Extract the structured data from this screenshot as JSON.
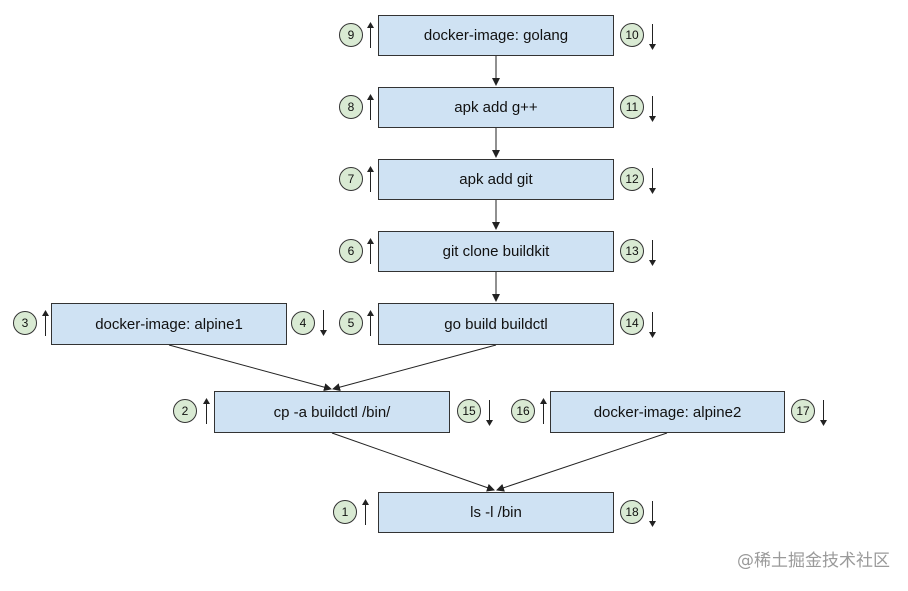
{
  "nodes": [
    {
      "id": "golang",
      "label": "docker-image: golang"
    },
    {
      "id": "gpp",
      "label": "apk add g++"
    },
    {
      "id": "git",
      "label": "apk add git"
    },
    {
      "id": "clone",
      "label": "git clone buildkit"
    },
    {
      "id": "build",
      "label": "go build buildctl"
    },
    {
      "id": "alpine1",
      "label": "docker-image: alpine1"
    },
    {
      "id": "cp",
      "label": "cp -a buildctl /bin/"
    },
    {
      "id": "alpine2",
      "label": "docker-image: alpine2"
    },
    {
      "id": "ls",
      "label": "ls -l /bin"
    }
  ],
  "steps": [
    {
      "n": "1",
      "direction": "up"
    },
    {
      "n": "2",
      "direction": "up"
    },
    {
      "n": "3",
      "direction": "up"
    },
    {
      "n": "4",
      "direction": "down"
    },
    {
      "n": "5",
      "direction": "up"
    },
    {
      "n": "6",
      "direction": "up"
    },
    {
      "n": "7",
      "direction": "up"
    },
    {
      "n": "8",
      "direction": "up"
    },
    {
      "n": "9",
      "direction": "up"
    },
    {
      "n": "10",
      "direction": "down"
    },
    {
      "n": "11",
      "direction": "down"
    },
    {
      "n": "12",
      "direction": "down"
    },
    {
      "n": "13",
      "direction": "down"
    },
    {
      "n": "14",
      "direction": "down"
    },
    {
      "n": "15",
      "direction": "down"
    },
    {
      "n": "16",
      "direction": "up"
    },
    {
      "n": "17",
      "direction": "down"
    },
    {
      "n": "18",
      "direction": "down"
    }
  ],
  "edges": [
    {
      "from": "golang",
      "to": "gpp"
    },
    {
      "from": "gpp",
      "to": "git"
    },
    {
      "from": "git",
      "to": "clone"
    },
    {
      "from": "clone",
      "to": "build"
    },
    {
      "from": "alpine1",
      "to": "cp"
    },
    {
      "from": "build",
      "to": "cp"
    },
    {
      "from": "cp",
      "to": "ls"
    },
    {
      "from": "alpine2",
      "to": "ls"
    }
  ],
  "colors": {
    "node_fill": "#cfe2f3",
    "badge_fill": "#d9ead3",
    "stroke": "#333333"
  },
  "watermark": "@稀土掘金技术社区"
}
